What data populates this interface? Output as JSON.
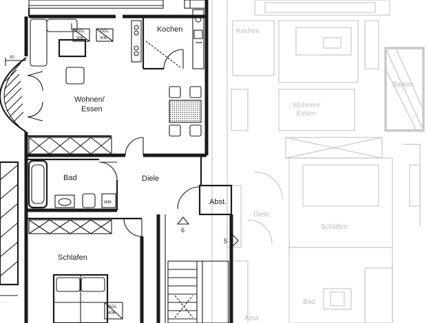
{
  "plan": {
    "rooms": {
      "kochen": "Kochen",
      "wohnen_line1": "Wohnen/",
      "wohnen_line2": "Essen",
      "bad": "Bad",
      "diele": "Diele",
      "abst": "Abst.",
      "schlafen": "Schlafen"
    },
    "appliances": {
      "ggl_1": "GGL",
      "ggl_1_sub": "30E",
      "ggl_2": "GGL",
      "ggl_2_sub": "30E",
      "wm": "WM",
      "ggl_3": "GGL",
      "ggl_3_sub": "40B"
    },
    "dimensions": {
      "wall_50": "50"
    },
    "markers": {
      "stair_6": "6",
      "stair_5": "5"
    },
    "ghost_rooms": {
      "kochen": "Kochen",
      "wohnen_line1": "Wohnen/",
      "wohnen_line2": "Essen",
      "balkon": "Balkon",
      "diele": "Diele",
      "schlafen": "Schlafen",
      "bad": "Bad",
      "abst": "Abst."
    }
  }
}
